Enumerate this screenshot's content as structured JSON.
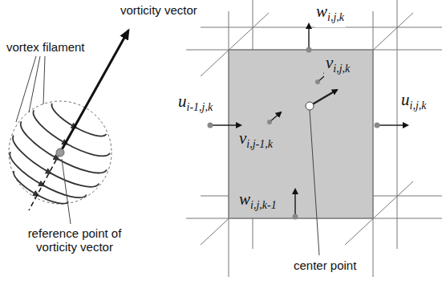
{
  "diagram": {
    "labels": [
      "vorticity vector",
      "vortex filament",
      "reference point of vorticity vector",
      "wi,j,k",
      "vi,j,k",
      "ui-1,j,k",
      "ui,j,k",
      "vi,j-1,k",
      "wi,j,k-1",
      "center point"
    ]
  }
}
